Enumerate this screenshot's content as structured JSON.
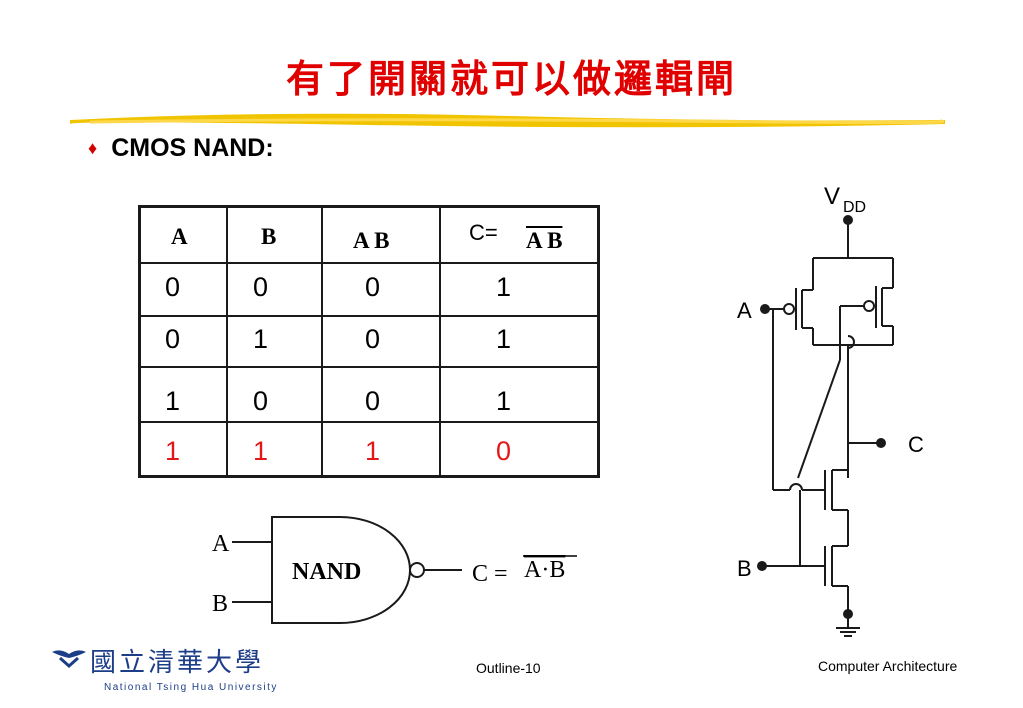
{
  "slide": {
    "title": "有了開關就可以做邏輯閘",
    "bullet_symbol": "♦",
    "bullet_text": "CMOS NAND:"
  },
  "truth_table": {
    "headers": [
      "A",
      "B",
      "A B",
      "C=",
      "A B"
    ],
    "rows": [
      [
        "0",
        "0",
        "0",
        "1"
      ],
      [
        "0",
        "1",
        "0",
        "1"
      ],
      [
        "1",
        "0",
        "0",
        "1"
      ],
      [
        "1",
        "1",
        "1",
        "0"
      ]
    ],
    "highlight_color": "#e21818"
  },
  "gate": {
    "input_a": "A",
    "input_b": "B",
    "label": "NAND",
    "output_prefix": "C =",
    "output_expr": "A·B"
  },
  "circuit": {
    "vdd": "V",
    "vdd_sub": "DD",
    "input_a": "A",
    "input_b": "B",
    "output": "C"
  },
  "footer": {
    "logo_cn": "國立清華大學",
    "logo_en": "National Tsing Hua University",
    "page": "Outline-10",
    "course": "Computer Architecture"
  }
}
